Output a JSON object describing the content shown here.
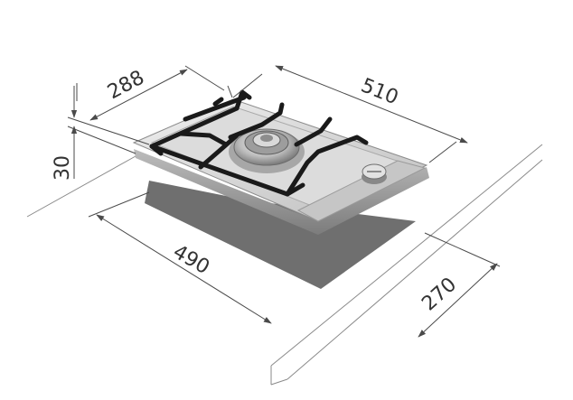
{
  "diagram": {
    "dimensions": {
      "depth": "288",
      "width": "510",
      "height": "30",
      "cutout_width": "490",
      "cutout_depth": "270"
    },
    "colors": {
      "line": "#4a4a4a",
      "counter": "#8a8a8a",
      "cutout": "#6f6f6f",
      "steel_light": "#e6e6e6",
      "steel_mid": "#c9c9c9",
      "steel_dark": "#8c8c8c",
      "grate": "#1a1a1a"
    }
  }
}
